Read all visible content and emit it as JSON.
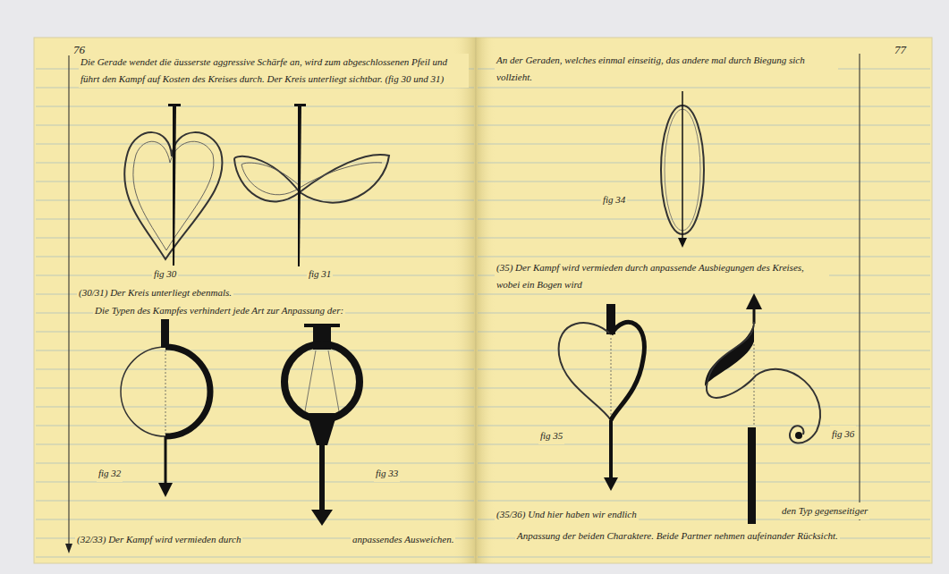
{
  "diagram": {
    "labels": [
      "76",
      "Die Gerade wendet die äusserste aggressive Schärfe an, wird zum abgeschlossenen Pfeil und führt den Kampf auf Kosten des Kreises durch. Der Kreis unterliegt sichtbar. (fig 30 und 31)",
      "fig 30",
      "fig 31",
      "(30/31) Der Kreis unterliegt ebenmals.",
      "Die Typen des Kampfes verhindert jede Art zur Anpassung der:",
      "fig 32",
      "fig 33",
      "(32/33) Der Kampf wird vermieden durch",
      "anpassendes Ausweichen.",
      "77",
      "An der Geraden, welches einmal einseitig, das andere mal durch Biegung sich vollzieht.",
      "fig 34",
      "(35) Der Kampf wird vermieden durch anpassende Ausbiegungen des Kreises, wobei ein Bogen wird",
      "fig 35",
      "fig 36",
      "(35/36) Und hier haben wir endlich",
      "den Typ gegenseitiger",
      "Anpassung der beiden Charaktere. Beide Partner nehmen aufeinander Rücksicht."
    ]
  }
}
